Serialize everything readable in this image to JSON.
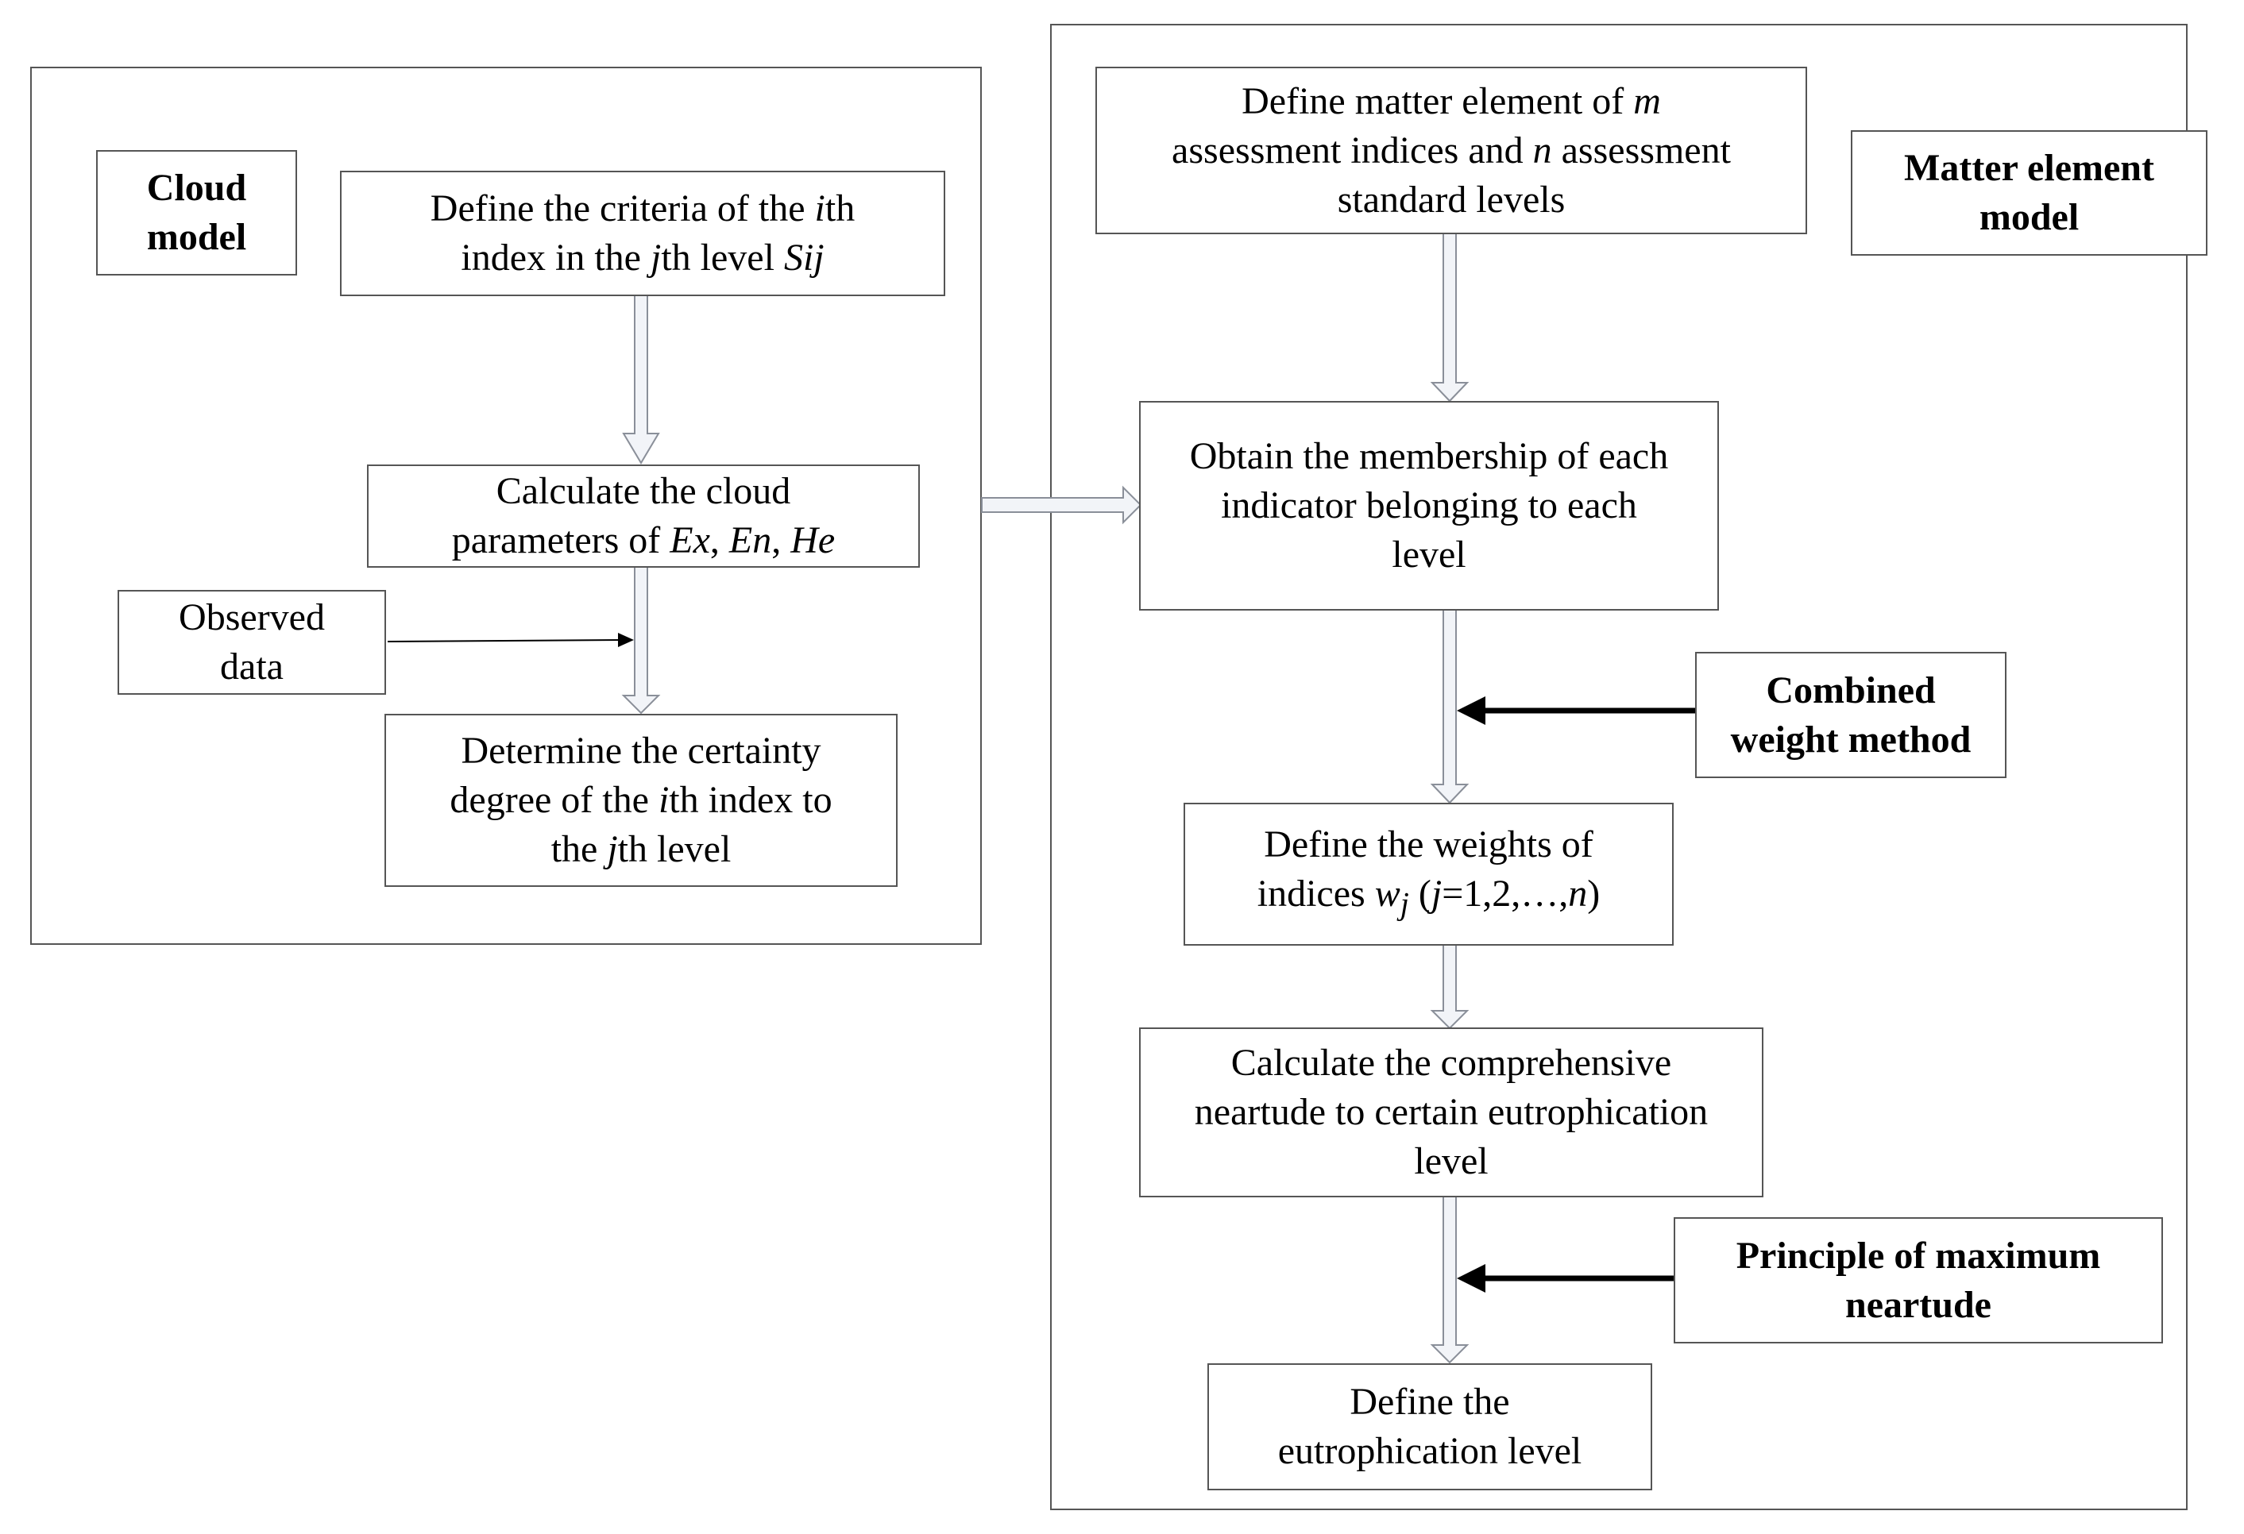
{
  "cloud_model": {
    "label": [
      "Cloud",
      "model"
    ],
    "step1": [
      [
        {
          "t": "Define the criteria of the "
        },
        {
          "t": "i",
          "i": true
        },
        {
          "t": "th"
        }
      ],
      [
        {
          "t": "index in the "
        },
        {
          "t": "j",
          "i": true
        },
        {
          "t": "th level "
        },
        {
          "t": "Sij",
          "i": true
        }
      ]
    ],
    "step2": [
      [
        {
          "t": "Calculate the cloud"
        }
      ],
      [
        {
          "t": "parameters  of "
        },
        {
          "t": "Ex",
          "i": true
        },
        {
          "t": ", "
        },
        {
          "t": "En",
          "i": true
        },
        {
          "t": ", "
        },
        {
          "t": "He",
          "i": true
        }
      ]
    ],
    "observed": [
      [
        {
          "t": "Observed"
        }
      ],
      [
        {
          "t": "data"
        }
      ]
    ],
    "step3": [
      [
        {
          "t": "Determine the certainty"
        }
      ],
      [
        {
          "t": "degree of the "
        },
        {
          "t": "i",
          "i": true
        },
        {
          "t": "th index to"
        }
      ],
      [
        {
          "t": "the "
        },
        {
          "t": "j",
          "i": true
        },
        {
          "t": "th level"
        }
      ]
    ]
  },
  "matter_model": {
    "label": [
      "Matter element",
      "model"
    ],
    "step1": [
      [
        {
          "t": "Define matter element of  "
        },
        {
          "t": "m",
          "i": true
        }
      ],
      [
        {
          "t": "assessment indices and "
        },
        {
          "t": "n",
          "i": true
        },
        {
          "t": " assessment"
        }
      ],
      [
        {
          "t": "standard levels"
        }
      ]
    ],
    "step2": [
      [
        {
          "t": "Obtain the membership of each"
        }
      ],
      [
        {
          "t": "indicator belonging to each"
        }
      ],
      [
        {
          "t": "level"
        }
      ]
    ],
    "combined": [
      "Combined",
      "weight method"
    ],
    "step3": [
      [
        {
          "t": "Define the weights of"
        }
      ],
      [
        {
          "t": "indices "
        },
        {
          "t": "w",
          "i": true
        },
        {
          "t": "j",
          "i": true,
          "sub": true
        },
        {
          "t": " ("
        },
        {
          "t": "j",
          "i": true
        },
        {
          "t": "=1,2,…,"
        },
        {
          "t": "n",
          "i": true
        },
        {
          "t": ")"
        }
      ]
    ],
    "step4": [
      [
        {
          "t": "Calculate the comprehensive"
        }
      ],
      [
        {
          "t": "neartude to certain eutrophication"
        }
      ],
      [
        {
          "t": "level"
        }
      ]
    ],
    "principle": [
      "Principle of maximum",
      "neartude"
    ],
    "step5": [
      [
        {
          "t": "Define the"
        }
      ],
      [
        {
          "t": "eutrophication level"
        }
      ]
    ]
  }
}
